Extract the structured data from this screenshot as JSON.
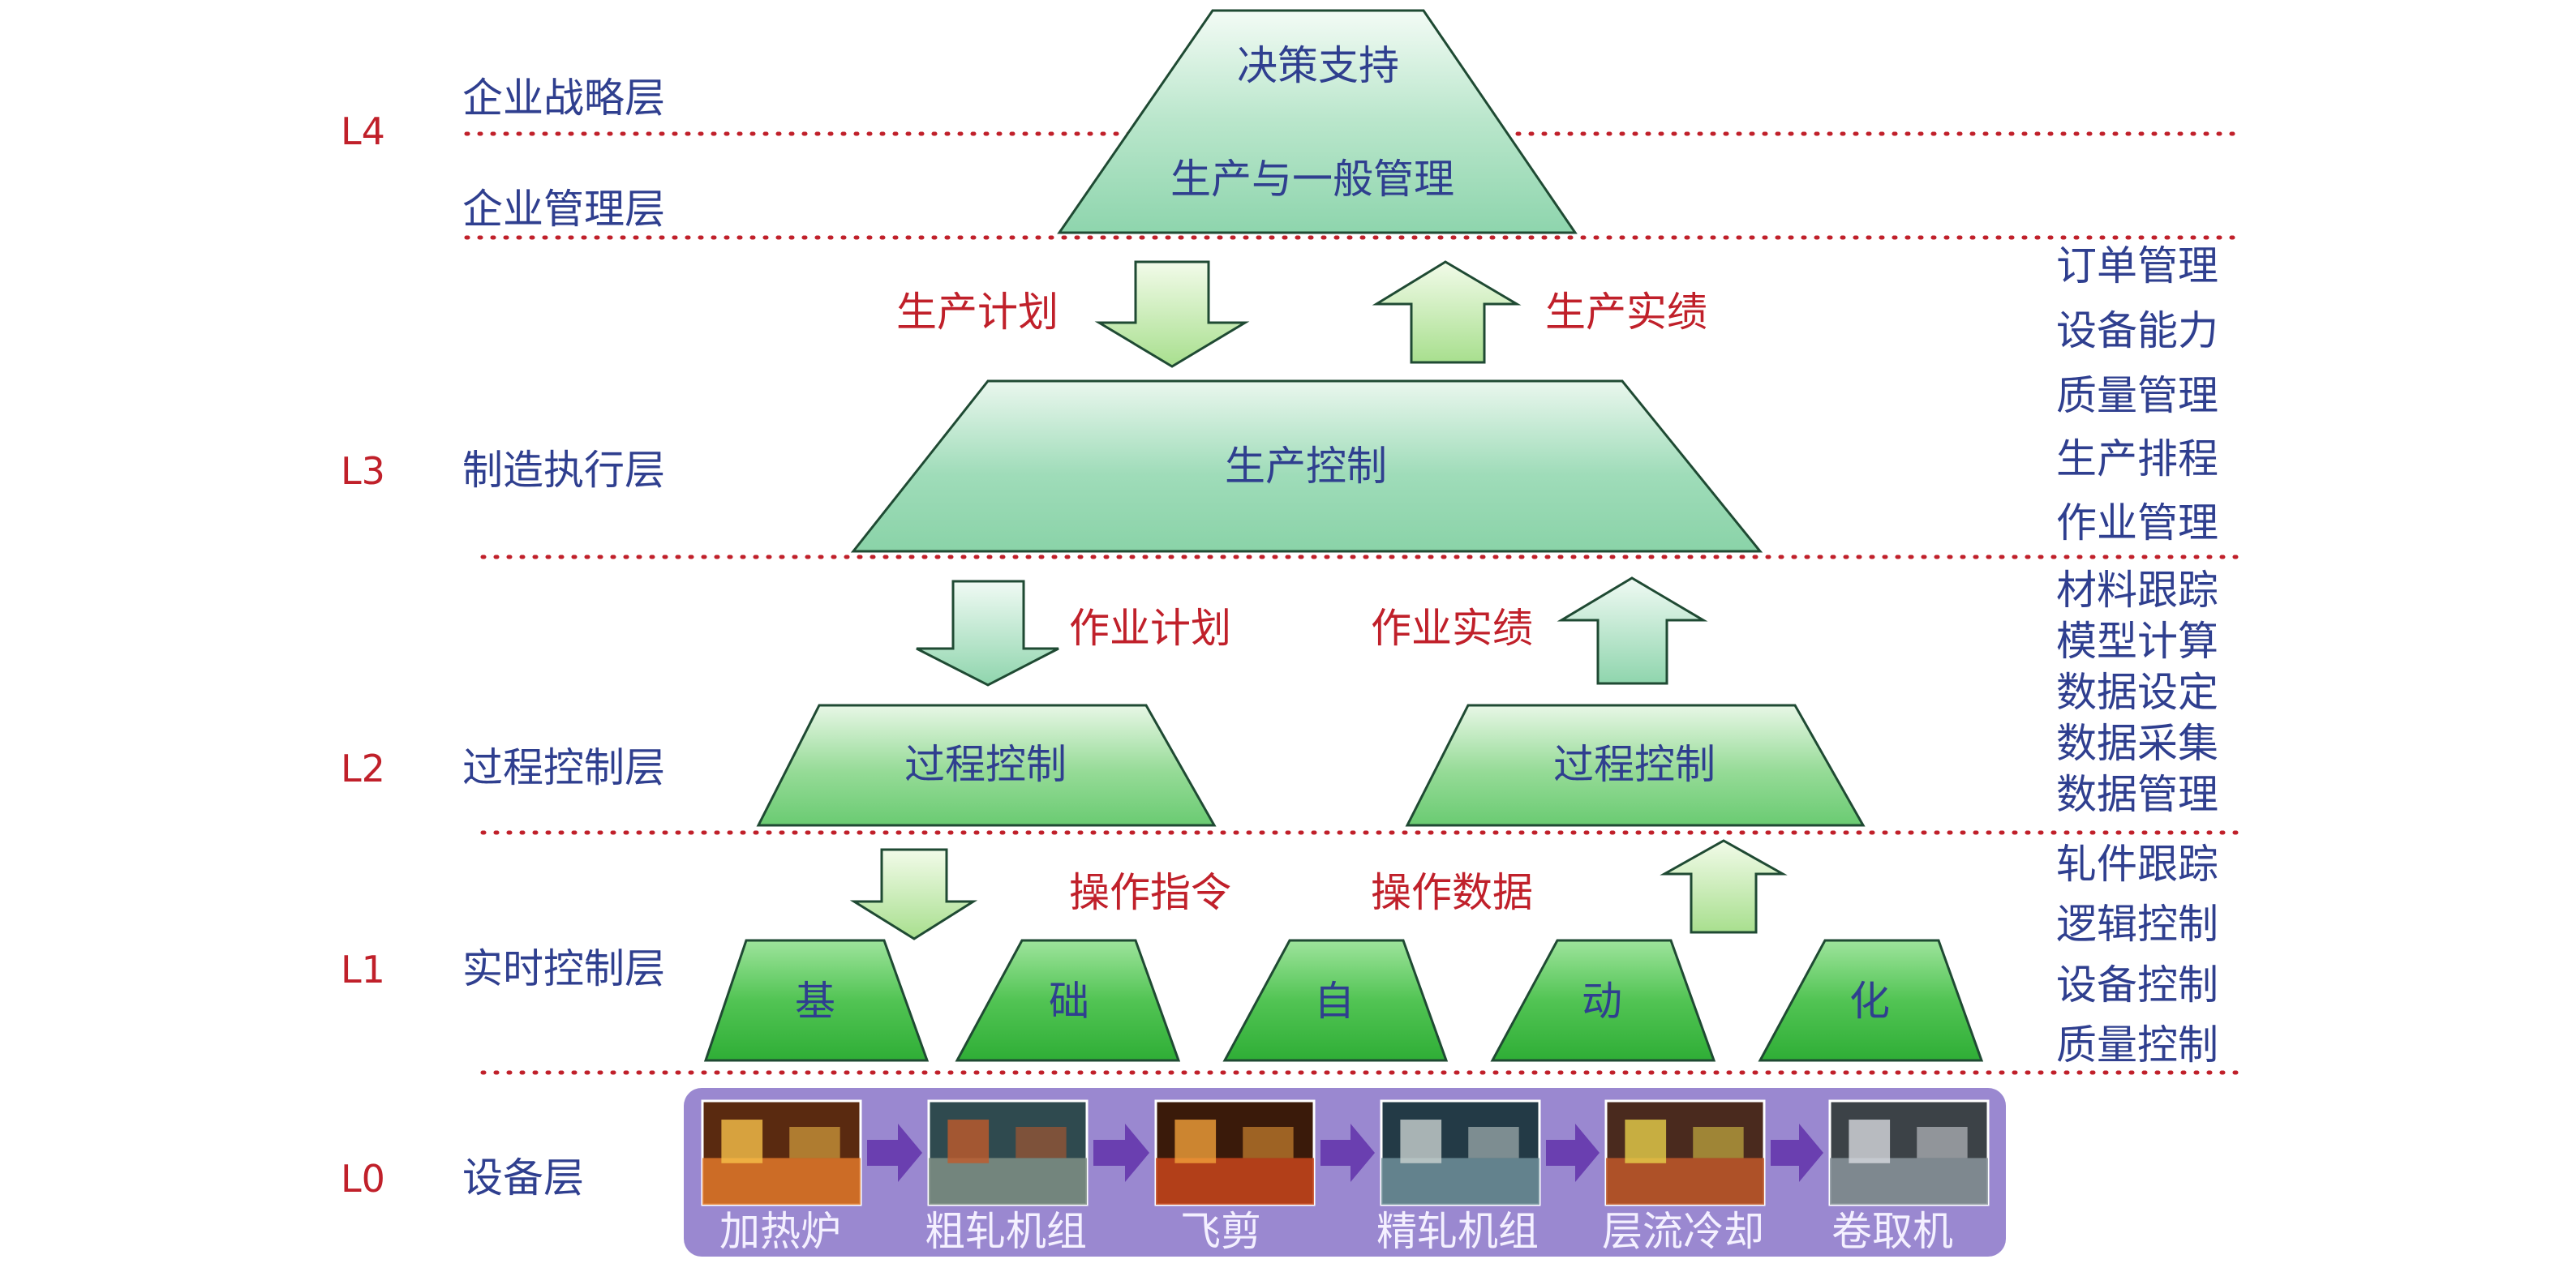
{
  "levels": [
    {
      "code": "L4",
      "layer_top": "企业战略层",
      "layer_bottom": "企业管理层"
    },
    {
      "code": "L3",
      "layer": "制造执行层"
    },
    {
      "code": "L2",
      "layer": "过程控制层"
    },
    {
      "code": "L1",
      "layer": "实时控制层"
    },
    {
      "code": "L0",
      "layer": "设备层"
    }
  ],
  "pyramid": {
    "top_label": "决策支持",
    "mgmt_label": "生产与一般管理",
    "mes_label": "生产控制",
    "process_left_label": "过程控制",
    "process_right_label": "过程控制",
    "basic_chars": [
      "基",
      "础",
      "自",
      "动",
      "化"
    ]
  },
  "flows": {
    "plan_down": "生产计划",
    "result_up": "生产实绩",
    "job_plan": "作业计划",
    "job_result": "作业实绩",
    "op_cmd": "操作指令",
    "op_data": "操作数据"
  },
  "side_groups": {
    "l3": [
      "订单管理",
      "设备能力",
      "质量管理",
      "生产排程",
      "作业管理"
    ],
    "l2": [
      "材料跟踪",
      "模型计算",
      "数据设定",
      "数据采集",
      "数据管理"
    ],
    "l1": [
      "轧件跟踪",
      "逻辑控制",
      "设备控制",
      "质量控制"
    ]
  },
  "equipment": [
    "加热炉",
    "粗轧机组",
    "飞剪",
    "精轧机组",
    "层流冷却",
    "卷取机"
  ],
  "colors": {
    "level_code": "#c0202a",
    "layer_text": "#2f3f8f",
    "flow_text": "#c0202a",
    "divider": "#c0202a",
    "equipment_bg": "#9a88d0",
    "equipment_arrow": "#6a3fb0"
  }
}
